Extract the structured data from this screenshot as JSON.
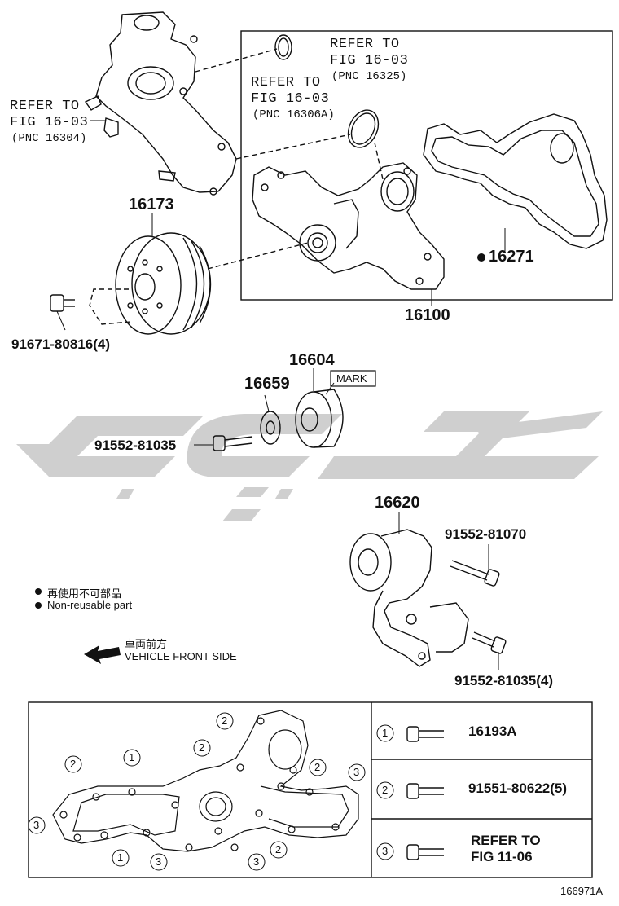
{
  "callouts": {
    "refer_16304": {
      "line1": "REFER TO",
      "line2": "FIG 16-03",
      "pnc": "(PNC 16304)"
    },
    "refer_16306a": {
      "line1": "REFER TO",
      "line2": "FIG 16-03",
      "pnc": "(PNC 16306A)"
    },
    "refer_16325": {
      "line1": "REFER TO",
      "line2": "FIG 16-03",
      "pnc": "(PNC 16325)"
    }
  },
  "parts": {
    "p16173": "16173",
    "p16100": "16100",
    "p16271": "16271",
    "p91671": "91671-80816(4)",
    "p16604": "16604",
    "p16659": "16659",
    "mark": "MARK",
    "p91552a": "91552-81035",
    "p16620": "16620",
    "p91552b": "91552-81070",
    "p91552c": "91552-81035(4)"
  },
  "legend": {
    "jp": "再使用不可部品",
    "en": "Non-reusable part"
  },
  "direction": {
    "jp": "車両前方",
    "en": "VEHICLE FRONT SIDE"
  },
  "key": {
    "rows": [
      {
        "num": "1",
        "label": "16193A"
      },
      {
        "num": "2",
        "label": "91551-80622(5)"
      },
      {
        "num": "3",
        "line1": "REFER TO",
        "line2": "FIG 11-06"
      }
    ]
  },
  "detail_markers": {
    "m1": "1",
    "m2": "2",
    "m3": "3"
  },
  "footer_id": "166971A",
  "watermark_color": "#cfcfcf"
}
